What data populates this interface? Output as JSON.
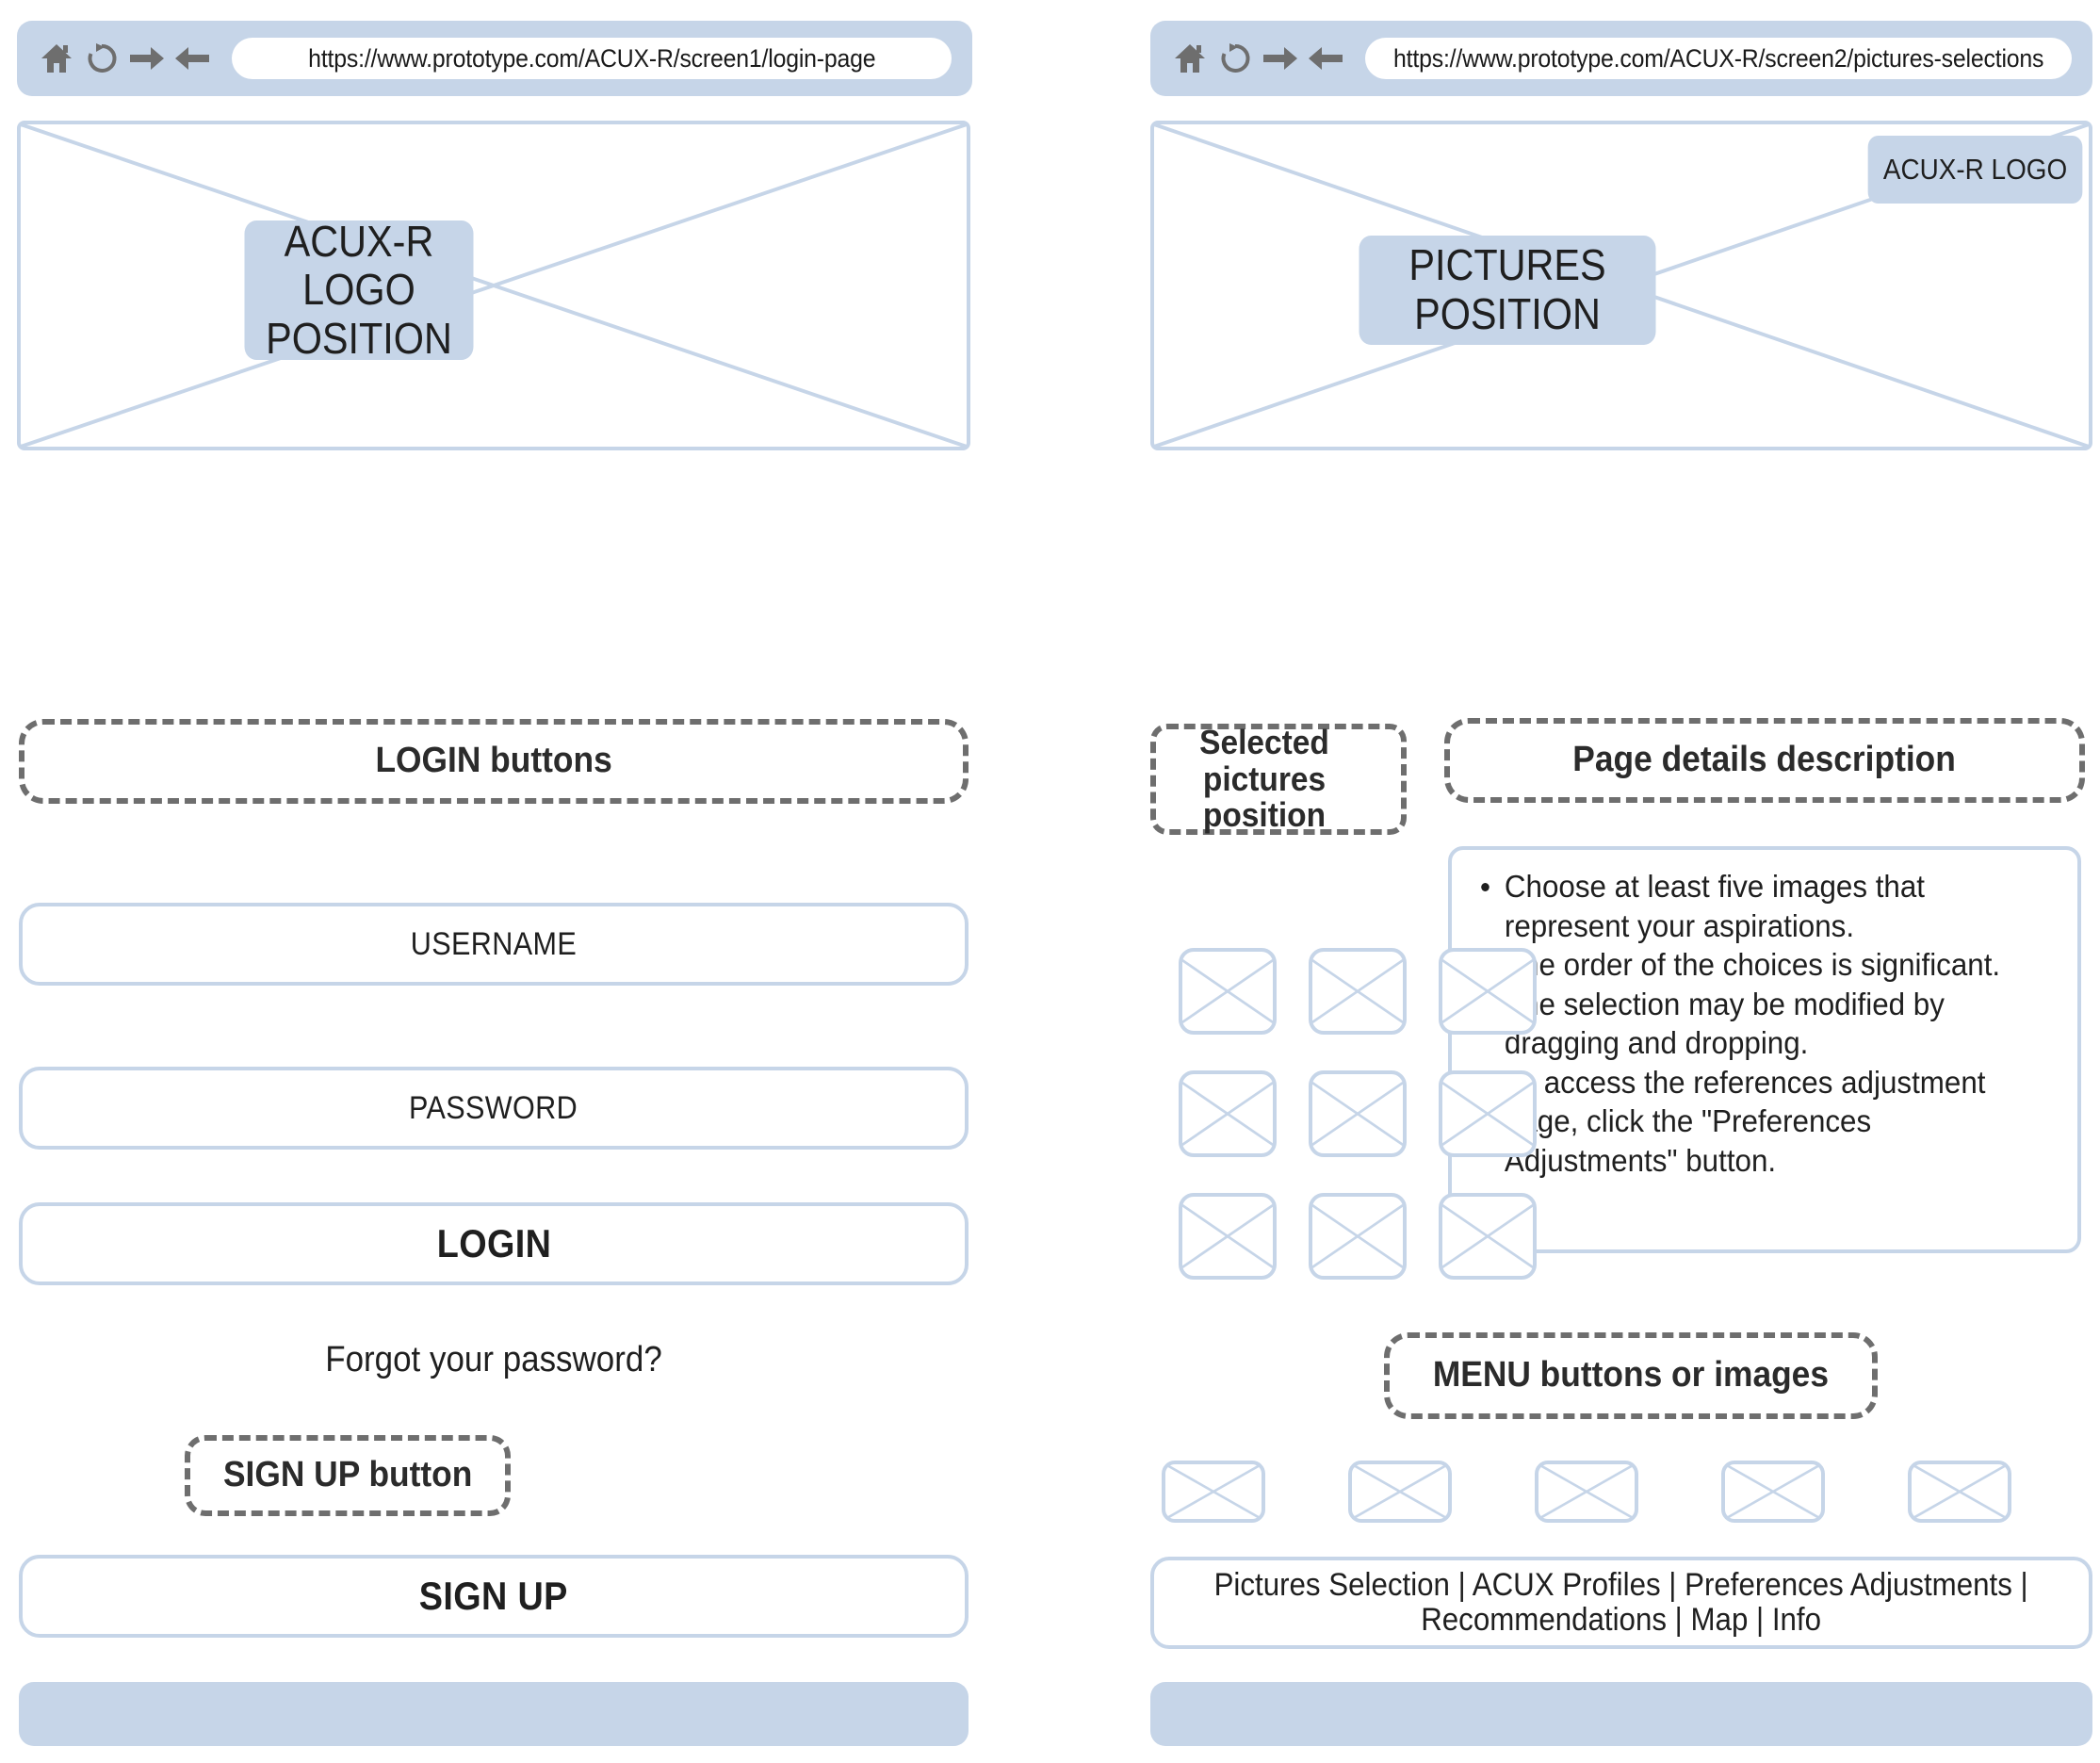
{
  "meta": {
    "accent_blue": "#c6d5e8",
    "annotation_gray": "#6e6e6e",
    "text_dark": "#1f1f1f"
  },
  "screen1": {
    "browser": {
      "icons": [
        "home-icon",
        "reload-icon",
        "forward-arrow-icon",
        "back-arrow-icon"
      ],
      "url": "https://www.prototype.com/ACUX-R/screen1/login-page"
    },
    "hero": {
      "placeholder_label": "ACUX-R LOGO\nPOSITION",
      "placeholder_line1": "ACUX-R LOGO",
      "placeholder_line2": "POSITION"
    },
    "annotations": {
      "login_buttons": "LOGIN buttons",
      "signup_button": "SIGN UP button"
    },
    "form": {
      "username_placeholder": "USERNAME",
      "password_placeholder": "PASSWORD",
      "login_button": "LOGIN",
      "forgot_password": "Forgot your password?",
      "signup_button": "SIGN UP"
    }
  },
  "screen2": {
    "browser": {
      "icons": [
        "home-icon",
        "reload-icon",
        "forward-arrow-icon",
        "back-arrow-icon"
      ],
      "url": "https://www.prototype.com/ACUX-R/screen2/pictures-selections"
    },
    "hero": {
      "logo_badge": "ACUX-R LOGO",
      "placeholder_label": "PICTURES POSITION"
    },
    "annotations": {
      "selected_pictures": "Selected\npictures position",
      "selected_pictures_line1": "Selected",
      "selected_pictures_line2": "pictures position",
      "page_details": "Page details description",
      "menu_buttons": "MENU buttons or images"
    },
    "details": {
      "bullets": [
        "Choose at least five images that represent your aspirations.",
        "The order of the choices is significant. The selection may be modified by dragging and dropping.",
        "To access the references adjustment page, click the \"Preferences Adjustments\" button."
      ]
    },
    "grid": {
      "thumbnail_count": 9,
      "columns": 3,
      "rows": 3
    },
    "menu": {
      "thumbnail_count": 5
    },
    "nav_links": {
      "line1": "Pictures Selection | ACUX Profiles | Preferences Adjustments |",
      "line2": "Recommendations | Map  | Info",
      "items": [
        "Pictures Selection",
        "ACUX Profiles",
        "Preferences Adjustments",
        "Recommendations",
        "Map",
        "Info"
      ]
    }
  }
}
